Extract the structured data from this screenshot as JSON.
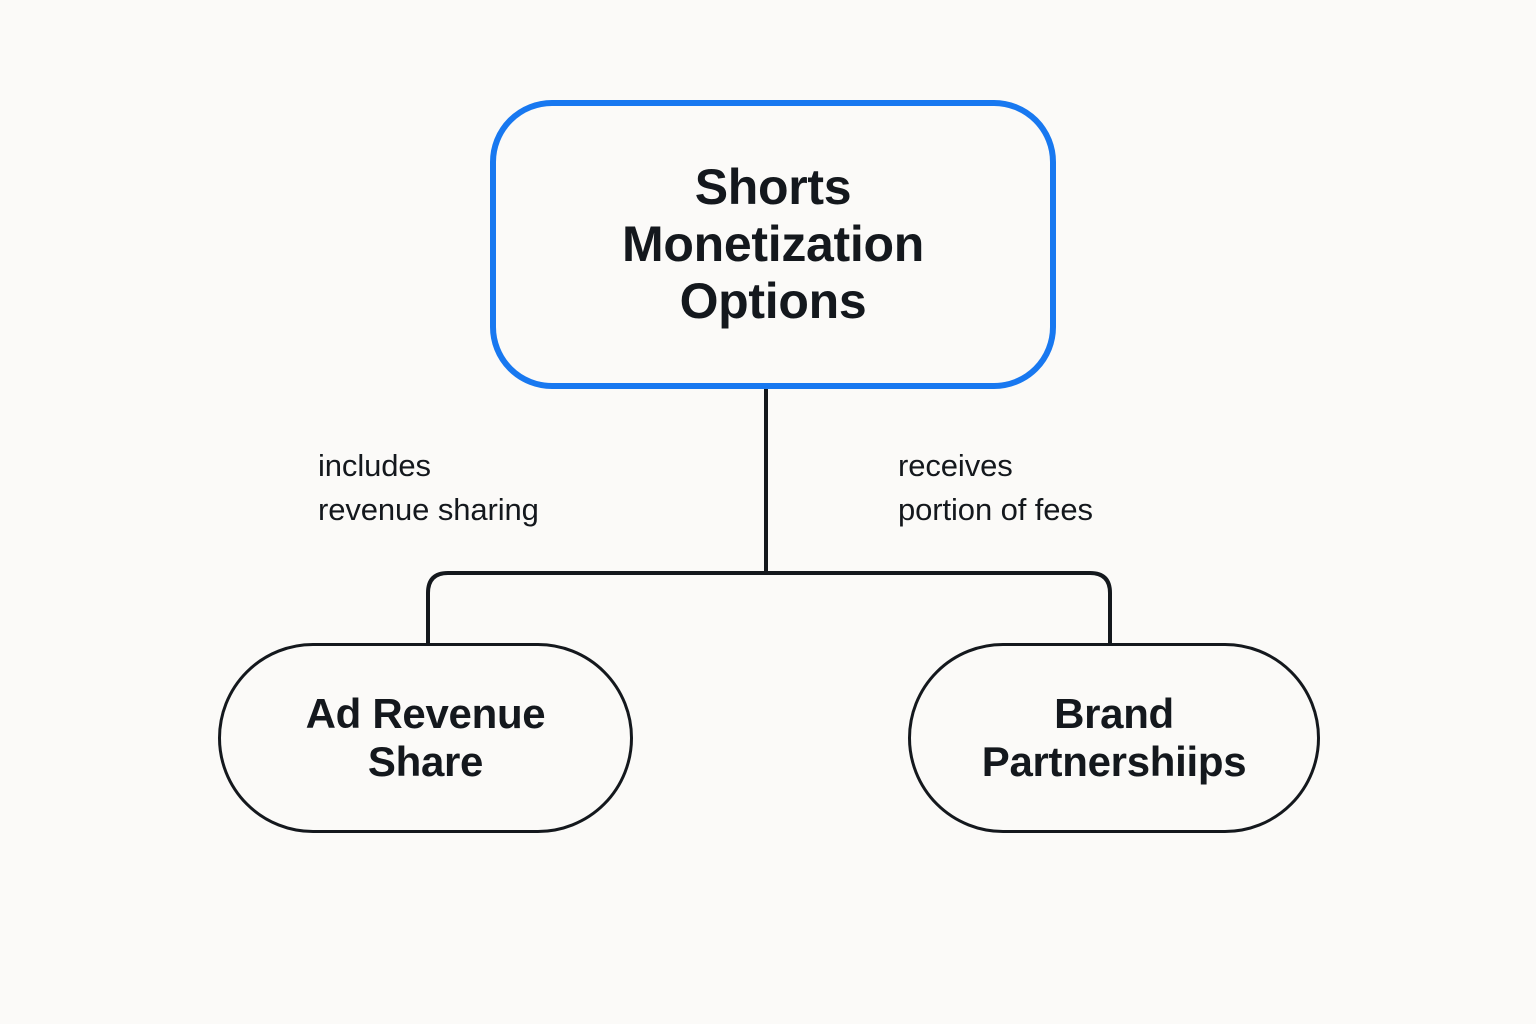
{
  "diagram": {
    "background_color": "#fbfaf8",
    "root": {
      "id": "shorts-monetization-options",
      "label": "Shorts\nMonetization\nOptions",
      "border_color": "#1878f0",
      "text_color": "#14181d"
    },
    "children": [
      {
        "id": "ad-revenue-share",
        "label": "Ad Revenue\nShare",
        "border_color": "#14181d",
        "text_color": "#14181d"
      },
      {
        "id": "brand-partnerships",
        "label": "Brand\nPartnershiips",
        "border_color": "#14181d",
        "text_color": "#14181d"
      }
    ],
    "edge_labels": [
      {
        "id": "includes-revenue-sharing",
        "text": "includes\nrevenue sharing"
      },
      {
        "id": "receives-portion-of-fees",
        "text": "receives\nportion of fees"
      }
    ],
    "connector_color": "#14181d"
  }
}
